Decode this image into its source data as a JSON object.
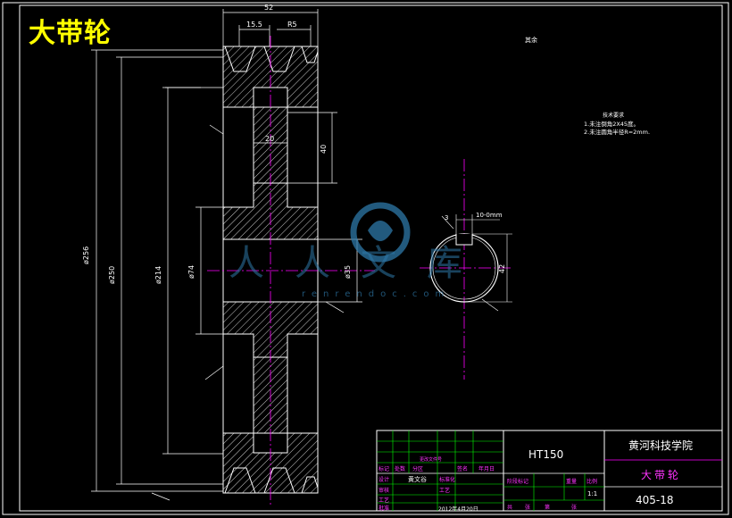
{
  "title": "大带轮",
  "dimensions": {
    "top_width": "52",
    "top_left": "15.5",
    "top_right": "R5",
    "d_outer": "ø256",
    "d_pitch": "ø250",
    "d_root": "ø214",
    "d_hub": "ø74",
    "d_bore": "ø35",
    "hub_len": "40",
    "web_thk": "20",
    "key_width": "10-0mm",
    "key_depth": "42",
    "chamfer": "3"
  },
  "notes": {
    "heading": "技术要求",
    "line1": "1.未注倒角2X45度。",
    "line2": "2.未注圆角半径R=2mm."
  },
  "roughness_label": "其余",
  "title_block": {
    "material": "HT150",
    "institution": "黄河科技学院",
    "part_name": "大带轮",
    "drawing_no": "405-18",
    "scale": "1:1",
    "designer_name": "黄文谷",
    "date": "2012年4月20日",
    "row_labels": [
      "标记",
      "设计",
      "审核",
      "工艺",
      "批准"
    ],
    "header_labels": [
      "处数",
      "分区",
      "更改文件号",
      "签名",
      "年月日"
    ],
    "stage_labels": [
      "阶段标记",
      "重量",
      "比例"
    ],
    "sheet_labels": [
      "共",
      "张",
      "第",
      "张"
    ],
    "misc_labels": [
      "标准化",
      "工艺"
    ]
  },
  "watermark": {
    "text": "人人文库",
    "url": "renrendoc.com"
  },
  "colors": {
    "background": "#000000",
    "line_white": "#ffffff",
    "title_yellow": "#ffff00",
    "center_magenta": "#ff00ff",
    "green_table": "#00ff00",
    "watermark_blue": "#2e78a8"
  }
}
